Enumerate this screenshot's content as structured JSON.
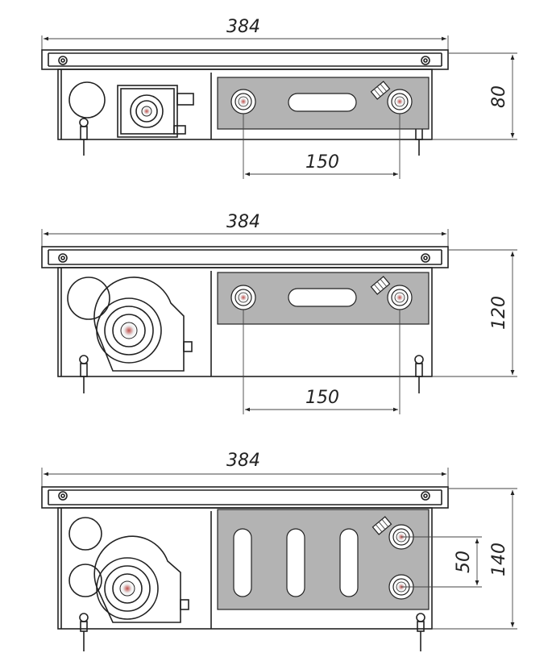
{
  "colors": {
    "line": "#222222",
    "heat_exchanger_fill": "#b3b3b3",
    "background": "#ffffff"
  },
  "views": [
    {
      "width_label": "384",
      "spacing_label": "150",
      "height_label": "80"
    },
    {
      "width_label": "384",
      "spacing_label": "150",
      "height_label": "120"
    },
    {
      "width_label": "384",
      "spacing_label": "50",
      "height_label": "140"
    }
  ]
}
